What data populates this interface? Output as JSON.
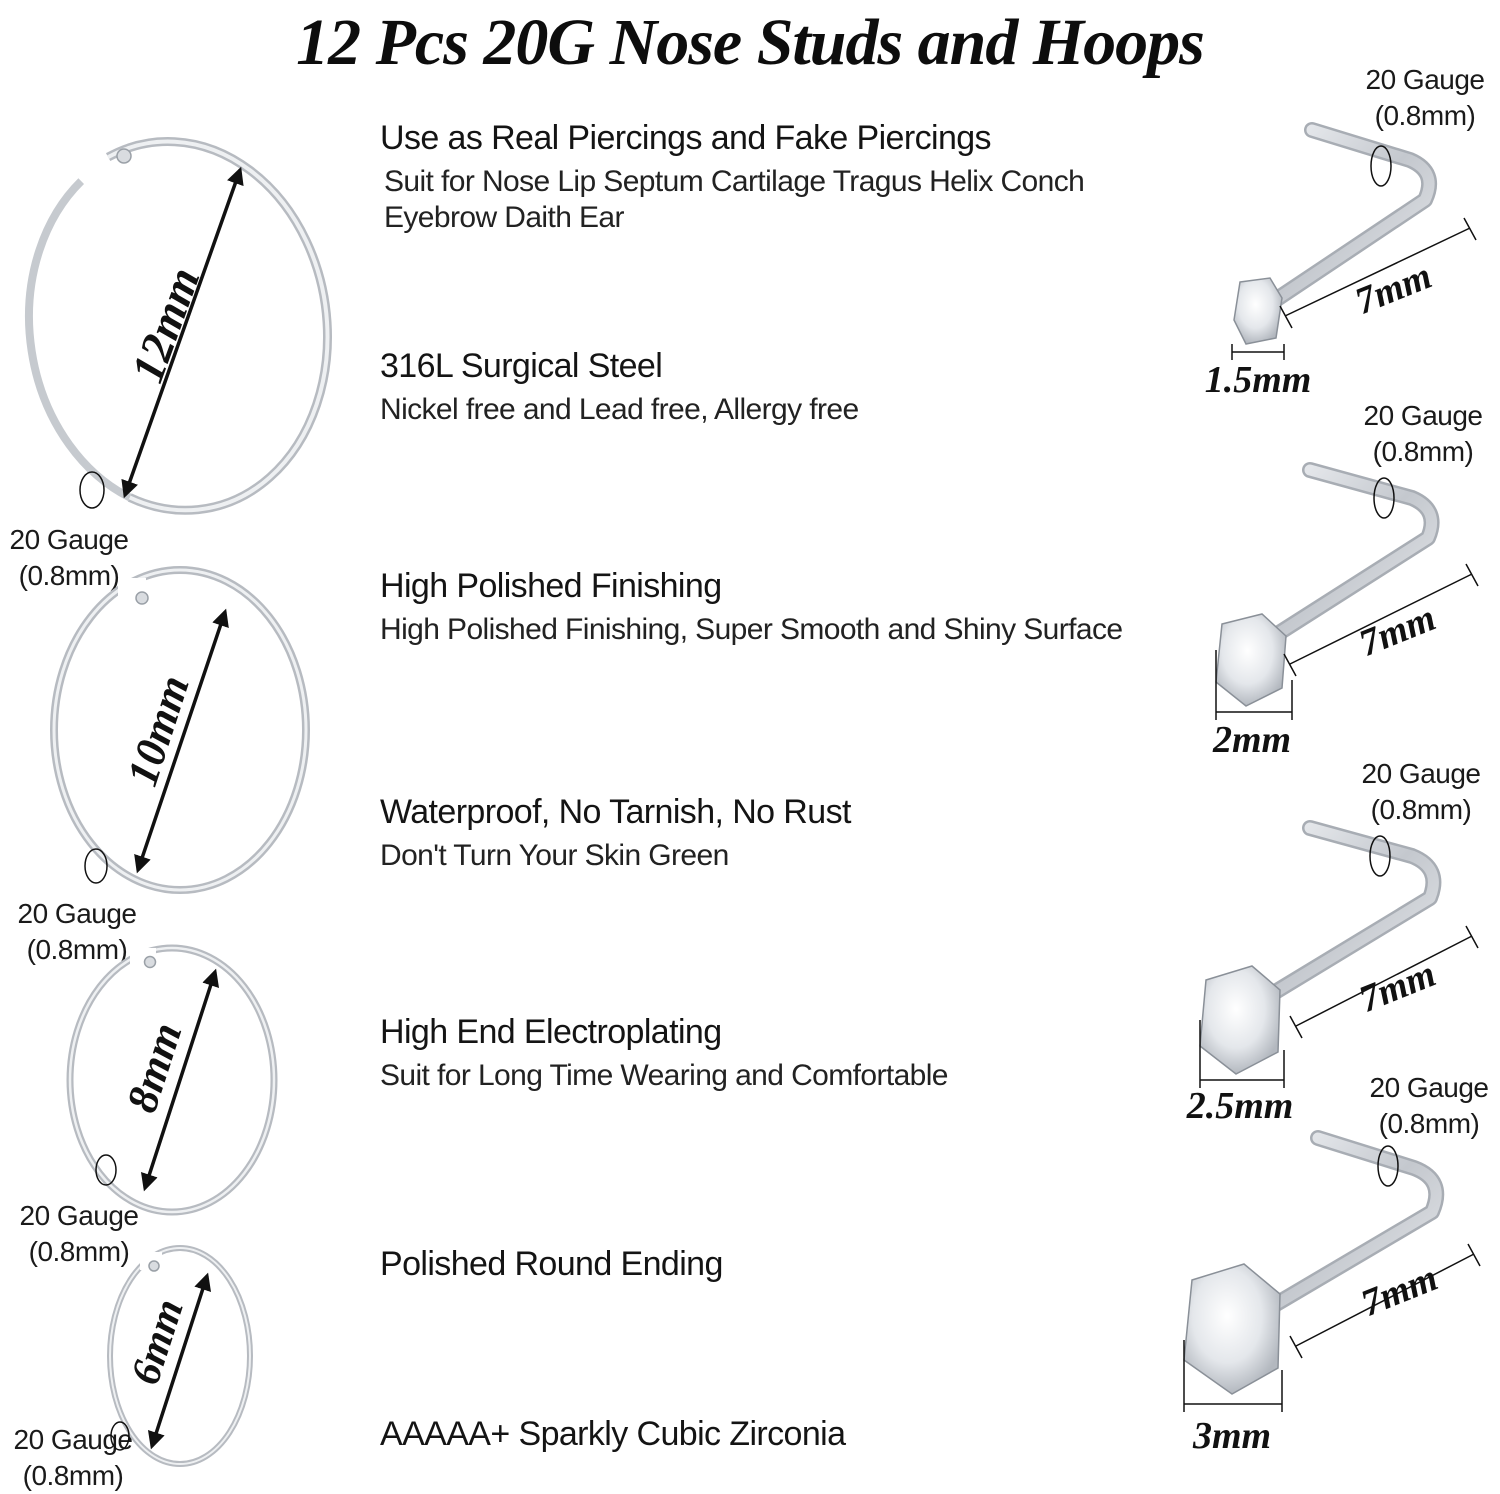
{
  "title": "12 Pcs 20G Nose Studs and Hoops",
  "features": [
    {
      "heading": "Use as Real Piercings and Fake Piercings",
      "sub": "Suit for Nose Lip Septum Cartilage Tragus Helix Conch Eyebrow Daith Ear"
    },
    {
      "heading": "316L Surgical Steel",
      "sub": "Nickel free and Lead free, Allergy free"
    },
    {
      "heading": "High Polished Finishing",
      "sub": "High Polished Finishing, Super Smooth and Shiny Surface"
    },
    {
      "heading": "Waterproof, No Tarnish, No Rust",
      "sub": "Don't Turn Your Skin Green"
    },
    {
      "heading": "High End Electroplating",
      "sub": "Suit for Long Time Wearing and Comfortable"
    },
    {
      "heading": "Polished Round Ending",
      "sub": ""
    },
    {
      "heading": "AAAAA+ Sparkly Cubic Zirconia",
      "sub": ""
    }
  ],
  "gauge": {
    "line1": "20 Gauge",
    "line2": "(0.8mm)"
  },
  "hoops": [
    {
      "size": "12mm"
    },
    {
      "size": "10mm"
    },
    {
      "size": "8mm"
    },
    {
      "size": "6mm"
    }
  ],
  "studs": [
    {
      "length": "7mm",
      "stone": "1.5mm"
    },
    {
      "length": "7mm",
      "stone": "2mm"
    },
    {
      "length": "7mm",
      "stone": "2.5mm"
    },
    {
      "length": "7mm",
      "stone": "3mm"
    }
  ],
  "colors": {
    "steel": "#c9ccd1",
    "steel_dark": "#9ea3aa",
    "text": "#111111"
  }
}
